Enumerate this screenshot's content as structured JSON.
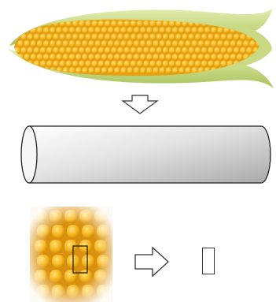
{
  "figure": {
    "panels": [
      {
        "id": "corn-ear",
        "depicts": "corn-cob-illustration"
      },
      {
        "id": "cylinder",
        "depicts": "cylinder-shape"
      },
      {
        "id": "kernel-closeup",
        "depicts": "corn-kernel-closeup-with-box"
      }
    ],
    "arrows": [
      "down-arrow-icon",
      "right-arrow-icon"
    ],
    "colors": {
      "kernel": "#f2b61a",
      "kernel_light": "#ffd95a",
      "husk": "#c8dc82",
      "cylinder_light": "#f4f4f4",
      "cylinder_dark": "#b9b9b9",
      "outline": "#222222"
    }
  }
}
